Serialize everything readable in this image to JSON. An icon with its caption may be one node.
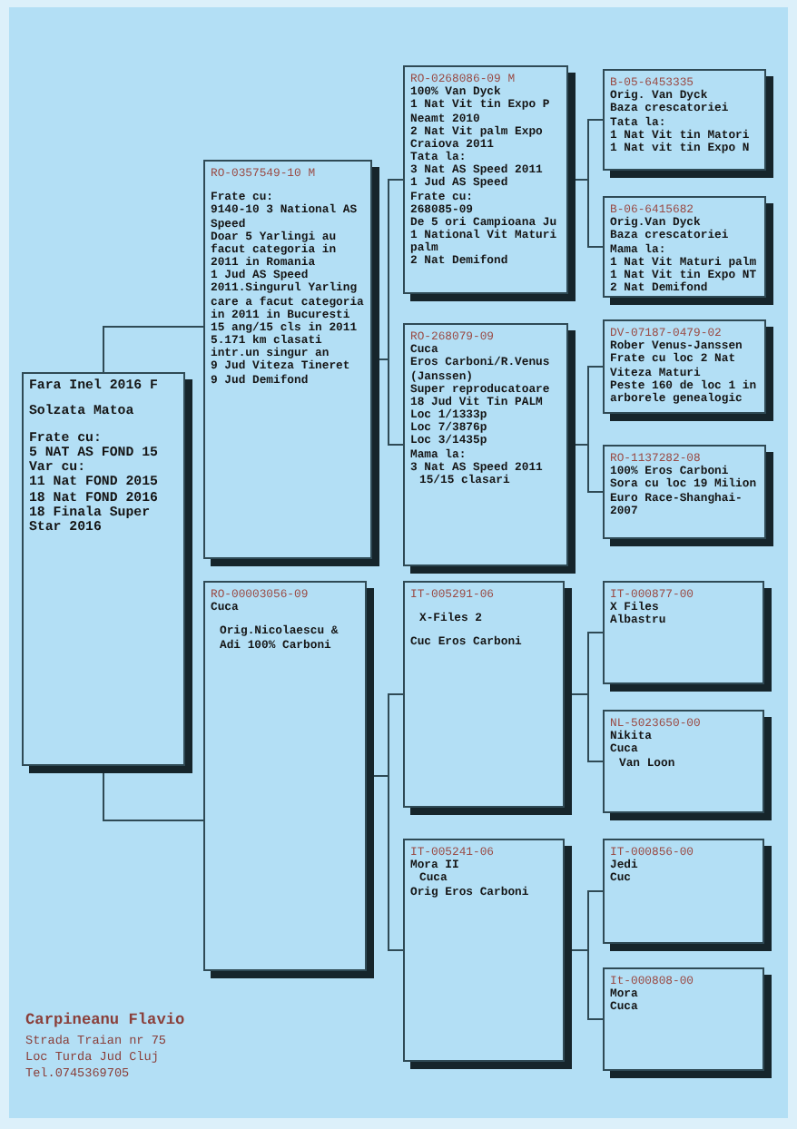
{
  "diagram": {
    "nodes": [
      {
        "text": [
          "Fara Inel 2016 F",
          "Solzata Matoa",
          "Frate cu:",
          "5 NAT AS FOND 15",
          "Var cu:",
          "11 Nat FOND 2015",
          "18 Nat FOND 2016",
          "18 Finala Super Star 2016"
        ]
      },
      {
        "text": [
          "RO-0357549-10 M",
          "Frate cu:",
          "9140-10 3 National AS Speed",
          "Doar 5 Yarlingi au facut categoria in 2011 in Romania",
          "1 Jud AS Speed 2011.Singurul Yarling care a facut categoria in 2011 in Bucuresti",
          "15 ang/15 cls in 2011",
          "5.171 km clasati intr.un singur an",
          "9 Jud Viteza Tineret",
          "9 Jud Demifond"
        ]
      },
      {
        "text": [
          "RO-00003056-09",
          "Cuca",
          "Orig.Nicolaescu & Adi 100% Carboni"
        ]
      },
      {
        "text": [
          "RO-0268086-09 M",
          "100% Van Dyck",
          "1 Nat Vit tin Expo P Neamt 2010",
          "2 Nat Vit palm Expo Craiova 2011",
          "Tata la:",
          "3 Nat AS Speed 2011",
          "1 Jud AS Speed",
          "Frate cu:",
          "268085-09",
          "De 5 ori Campioana Ju",
          "1 National Vit Maturi palm",
          "2 Nat Demifond"
        ]
      },
      {
        "text": [
          "RO-268079-09",
          "Cuca",
          "Eros Carboni/R.Venus (Janssen)",
          "Super reproducatoare",
          "18 Jud Vit Tin PALM",
          "Loc 1/1333p",
          "Loc 7/3876p",
          "Loc 3/1435p",
          "Mama la:",
          "3 Nat AS Speed 2011",
          "15/15 clasari"
        ]
      },
      {
        "text": [
          "IT-005291-06",
          "X-Files 2",
          "Cuc Eros Carboni"
        ]
      },
      {
        "text": [
          "IT-005241-06",
          "Mora II",
          "Cuca",
          "Orig Eros Carboni"
        ]
      },
      {
        "text": [
          "B-05-6453335",
          "Orig. Van Dyck",
          "Baza crescatoriei",
          "Tata la:",
          "1 Nat Vit tin Matori",
          "1 Nat vit tin Expo N"
        ]
      },
      {
        "text": [
          "B-06-6415682",
          "Orig.Van Dyck",
          "Baza crescatoriei",
          "Mama la:",
          "1 Nat Vit Maturi palm",
          "1 Nat Vit tin Expo NT",
          "2 Nat Demifond"
        ]
      },
      {
        "text": [
          "DV-07187-0479-02",
          "Rober Venus-Janssen",
          "Frate cu loc 2 Nat Viteza Maturi",
          "Peste 160 de loc 1 in arborele genealogic"
        ]
      },
      {
        "text": [
          "RO-1137282-08",
          "100% Eros Carboni",
          "Sora cu loc 19 Milion Euro Race-Shanghai-2007"
        ]
      },
      {
        "text": [
          "IT-000877-00",
          "X Files",
          "Albastru"
        ]
      },
      {
        "text": [
          "NL-5023650-00",
          "Nikita",
          "Cuca",
          "Van Loon"
        ]
      },
      {
        "text": [
          "IT-000856-00",
          "Jedi",
          "Cuc"
        ]
      },
      {
        "text": [
          "It-000808-00",
          "Mora",
          "Cuca"
        ]
      }
    ],
    "edges": [
      {
        "from": 0,
        "to": 1,
        "arrow": "none"
      },
      {
        "from": 0,
        "to": 2,
        "arrow": "none"
      },
      {
        "from": 1,
        "to": 3,
        "arrow": "none"
      },
      {
        "from": 1,
        "to": 4,
        "arrow": "none"
      },
      {
        "from": 2,
        "to": 5,
        "arrow": "none"
      },
      {
        "from": 2,
        "to": 6,
        "arrow": "none"
      },
      {
        "from": 3,
        "to": 7,
        "arrow": "none"
      },
      {
        "from": 3,
        "to": 8,
        "arrow": "none"
      },
      {
        "from": 4,
        "to": 9,
        "arrow": "none"
      },
      {
        "from": 4,
        "to": 10,
        "arrow": "none"
      },
      {
        "from": 5,
        "to": 11,
        "arrow": "none"
      },
      {
        "from": 5,
        "to": 12,
        "arrow": "none"
      },
      {
        "from": 6,
        "to": 13,
        "arrow": "none"
      },
      {
        "from": 6,
        "to": 14,
        "arrow": "none"
      }
    ],
    "labels": [
      "Carpineanu Flavio",
      "Strada Traian nr 75",
      "Loc Turda Jud Cluj",
      "Tel.0745369705"
    ]
  }
}
